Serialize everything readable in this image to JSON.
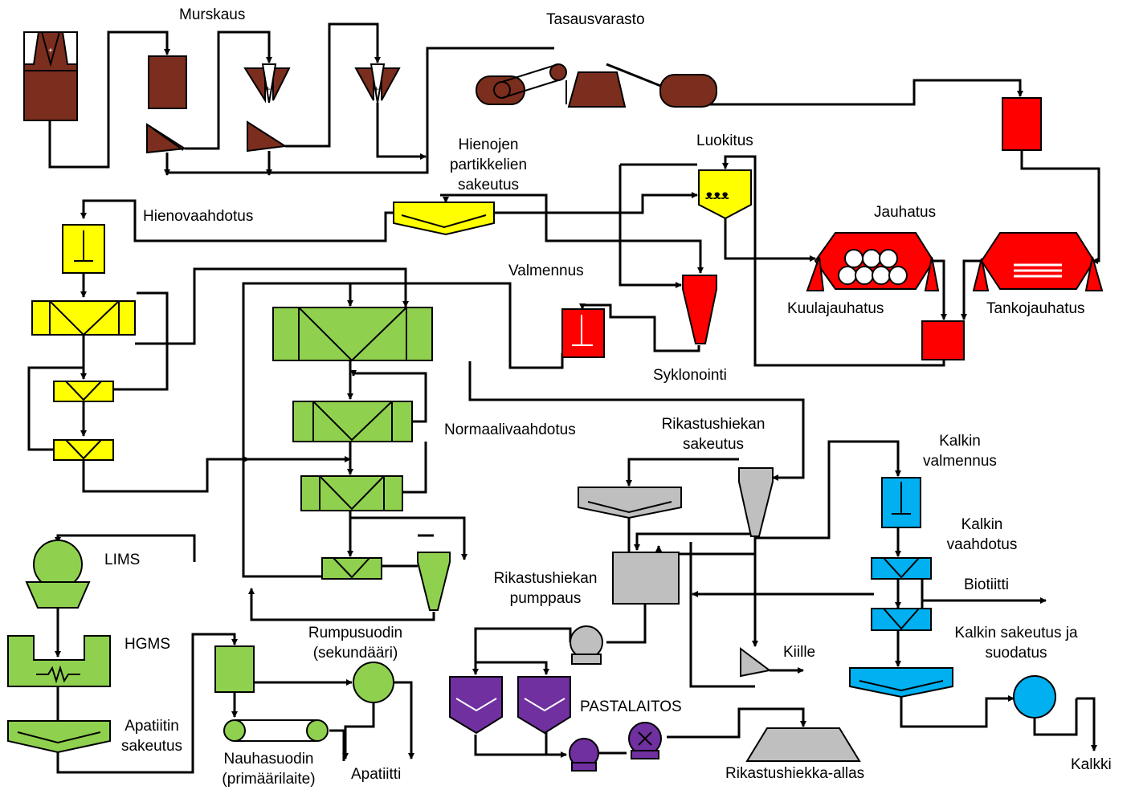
{
  "labels": {
    "murskaus": "Murskaus",
    "tasausvarasto": "Tasausvarasto",
    "hienojen_1": "Hienojen",
    "hienojen_2": "partikkelien",
    "hienojen_3": "sakeutus",
    "luokitus": "Luokitus",
    "hienovaahdotus": "Hienovaahdotus",
    "jauhatus": "Jauhatus",
    "valmennus": "Valmennus",
    "kuulajauhatus": "Kuulajauhatus",
    "tankojauhatus": "Tankojauhatus",
    "syklonointi": "Syklonointi",
    "normaalivaahdotus": "Normaalivaahdotus",
    "rikastushiekan_sakeutus_1": "Rikastushiekan",
    "rikastushiekan_sakeutus_2": "sakeutus",
    "kalkin_valmennus_1": "Kalkin",
    "kalkin_valmennus_2": "valmennus",
    "kalkin_vaahdotus_1": "Kalkin",
    "kalkin_vaahdotus_2": "vaahdotus",
    "lims": "LIMS",
    "hgms": "HGMS",
    "biotiitti": "Biotiitti",
    "rikastushiekan_pumppaus_1": "Rikastushiekan",
    "rikastushiekan_pumppaus_2": "pumppaus",
    "rumpusuodin_1": "Rumpusuodin",
    "rumpusuodin_2": "(sekundääri)",
    "kiille": "Kiille",
    "kalkin_sakeutus_1": "Kalkin sakeutus ja",
    "kalkin_sakeutus_2": "suodatus",
    "apatiitin_sakeutus_1": "Apatiitin",
    "apatiitin_sakeutus_2": "sakeutus",
    "pastalaitos": "PASTALAITOS",
    "nauhasuodin_1": "Nauhasuodin",
    "nauhasuodin_2": "(primäärilaite)",
    "apatiitti": "Apatiitti",
    "rikastushiekka_allas": "Rikastushiekka-allas",
    "kalkki": "Kalkki"
  },
  "colors": {
    "crushing": "#7b2e1e",
    "grinding": "#ff0000",
    "fine_flotation": "#ffff00",
    "flotation": "#8fd14f",
    "tailings": "#bfbfbf",
    "paste_plant": "#7030a0",
    "calcite": "#00b0f0"
  }
}
